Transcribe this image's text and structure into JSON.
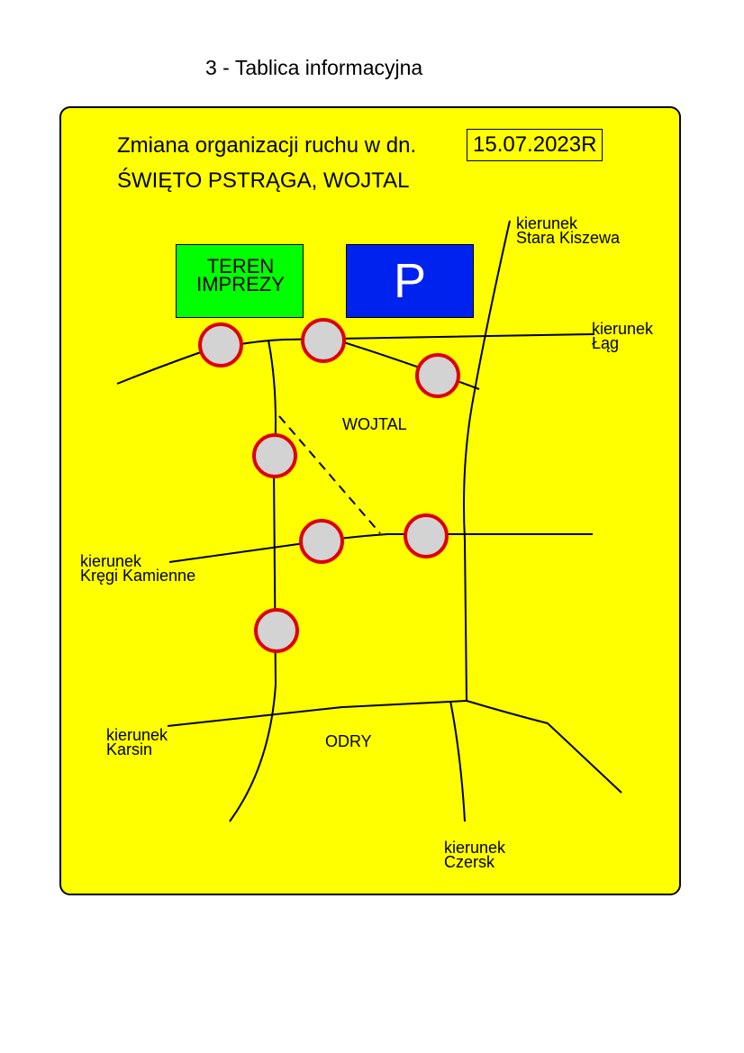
{
  "header": {
    "title": "3 - Tablica informacyjna"
  },
  "board": {
    "line1": "Zmiana organizacji ruchu w dn.",
    "date": "15.07.2023R",
    "line2": "ŚWIĘTO PSTRĄGA, WOJTAL",
    "colors": {
      "board": "#ffff00",
      "event_area": "#00ff00",
      "parking": "#0022ee",
      "sign_fill": "#d3d3d3",
      "sign_ring": "#dd0000"
    }
  },
  "areas": {
    "event_label": "TEREN IMPREZY",
    "parking_label": "P"
  },
  "places": {
    "wojtal": "WOJTAL",
    "odry": "ODRY"
  },
  "directions": {
    "stara_kiszewa": [
      "kierunek",
      "Stara Kiszewa"
    ],
    "lag": [
      "kierunek",
      "Łąg"
    ],
    "kregi": [
      "kierunek",
      "Kręgi Kamienne"
    ],
    "karsin": [
      "kierunek",
      "Karsin"
    ],
    "czersk": [
      "kierunek",
      "Czersk"
    ]
  },
  "signs": {
    "count": 7,
    "icon": "no-entry-sign-icon"
  }
}
